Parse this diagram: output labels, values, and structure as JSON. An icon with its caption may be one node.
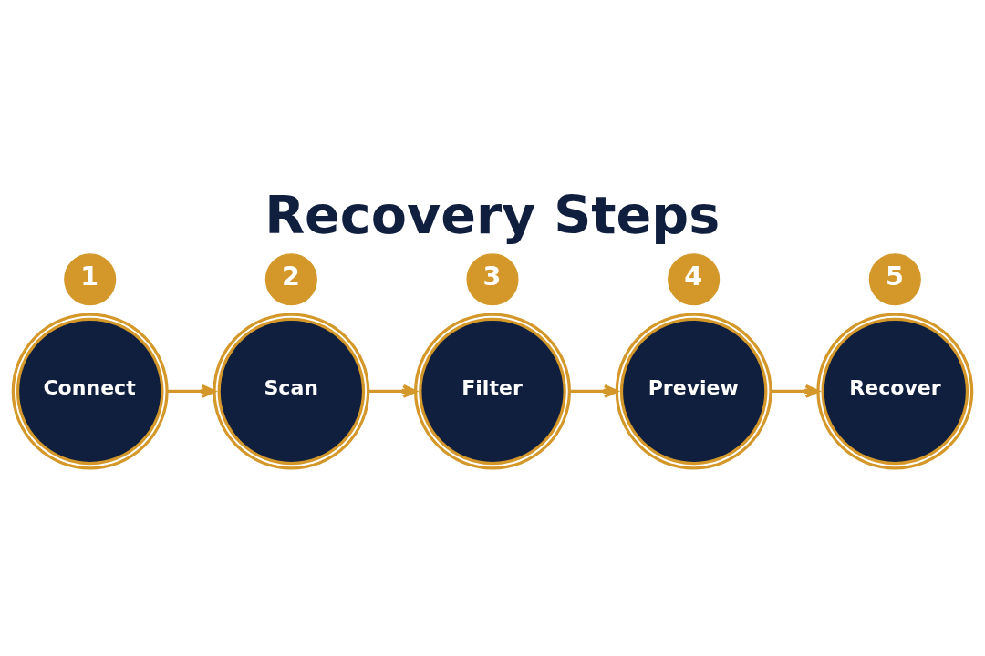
{
  "diagram": {
    "title": "Recovery Steps",
    "nodes": [
      {
        "text": [
          "1"
        ]
      },
      {
        "text": [
          "Connect"
        ]
      },
      {
        "text": [
          "2"
        ]
      },
      {
        "text": [
          "Scan"
        ]
      },
      {
        "text": [
          "3"
        ]
      },
      {
        "text": [
          "Filter"
        ]
      },
      {
        "text": [
          "4"
        ]
      },
      {
        "text": [
          "Preview"
        ]
      },
      {
        "text": [
          "5"
        ]
      },
      {
        "text": [
          "Recover"
        ]
      }
    ],
    "edges": [
      {
        "from": 1,
        "to": 3,
        "arrow": "to"
      },
      {
        "from": 3,
        "to": 5,
        "arrow": "to"
      },
      {
        "from": 5,
        "to": 7,
        "arrow": "to"
      },
      {
        "from": 7,
        "to": 9,
        "arrow": "to"
      }
    ]
  }
}
